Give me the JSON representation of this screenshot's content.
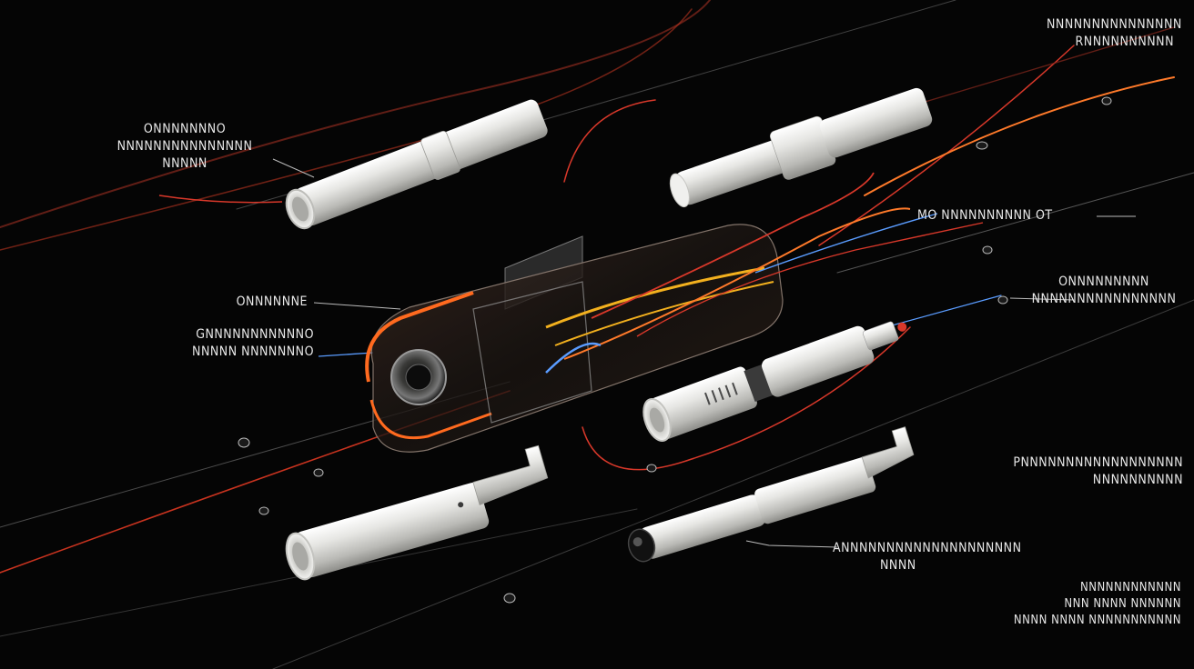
{
  "diagram": {
    "colors": {
      "background": "#050505",
      "wire_red": "#d8382a",
      "wire_orange": "#ff7a2a",
      "wire_yellow": "#f2b01e",
      "wire_blue": "#5a9cff",
      "housing_glow": "#ff6a1f",
      "tube_light": "#e9e9e7",
      "tube_shadow": "#9c9c98",
      "text": "#e8e8e8"
    },
    "components": [
      {
        "id": "tube-upper-left",
        "icon": "cylindrical-sleeve-icon"
      },
      {
        "id": "tube-upper-right",
        "icon": "stepped-pin-icon"
      },
      {
        "id": "connector-housing",
        "icon": "transparent-connector-housing-icon"
      },
      {
        "id": "tube-middle-right",
        "icon": "threaded-contact-icon"
      },
      {
        "id": "tube-lower-left",
        "icon": "crimp-contact-icon"
      },
      {
        "id": "tube-lower-right",
        "icon": "capped-crimp-contact-icon"
      }
    ],
    "labels": {
      "top_right": [
        "NNNNNNNNNNNNNNN",
        "RNNNNNNNNNN"
      ],
      "upper_left": [
        "ONNNNNNNO",
        "NNNNNNNNNNNNNNN",
        "NNNNN"
      ],
      "mid_right_line": "MO  NNNNNNNNNN OT",
      "housing_left_1": "ONNNNNNE",
      "housing_left_2": [
        "GNNNNNNNNNNNO",
        "NNNNN NNNNNNNO"
      ],
      "right_middle": [
        "ONNNNNNNNN",
        "NNNNNNNNNNNNNNNN"
      ],
      "right_lower": [
        "PNNNNNNNNNNNNNNNNNN",
        "NNNNNNNNNN"
      ],
      "bottom_center": [
        "ANNNNNNNNNNNNNNNNNNNN",
        "NNNN"
      ],
      "bottom_right": [
        "NNNNNNNNNNNN",
        "NNN NNNN NNNNNN",
        "NNNN NNNN NNNNNNNNNNN"
      ]
    }
  }
}
